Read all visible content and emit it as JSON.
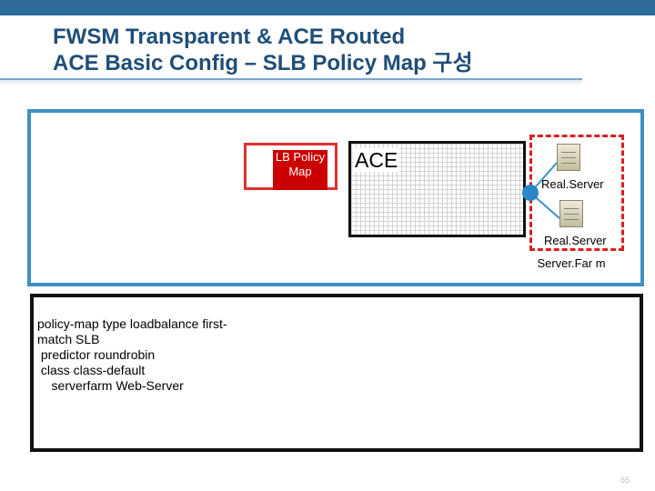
{
  "slide": {
    "title_line1": "FWSM Transparent & ACE Routed",
    "title_line2": "ACE Basic Config – SLB Policy Map 구성",
    "page_number": "65"
  },
  "diagram": {
    "lb_policy_label": "LB Policy Map",
    "ace_label": "ACE",
    "real_server_1": "Real.Server",
    "real_server_2": "Real.Server",
    "server_farm_label": "Server.Far m"
  },
  "config": {
    "lines": [
      "policy-map type loadbalance first-",
      "match SLB",
      " predictor roundrobin",
      " class class-default",
      "    serverfarm Web-Server"
    ]
  },
  "colors": {
    "title": "#1f4e78",
    "top_bar": "#2d6b9a",
    "panel_border": "#3d8fc4",
    "lb_box_border": "#e03030",
    "lb_label_bg": "#cc0000",
    "server_farm_border": "#d82020",
    "node": "#2a86c6"
  },
  "icons": [
    "server-icon",
    "network-node-icon"
  ]
}
